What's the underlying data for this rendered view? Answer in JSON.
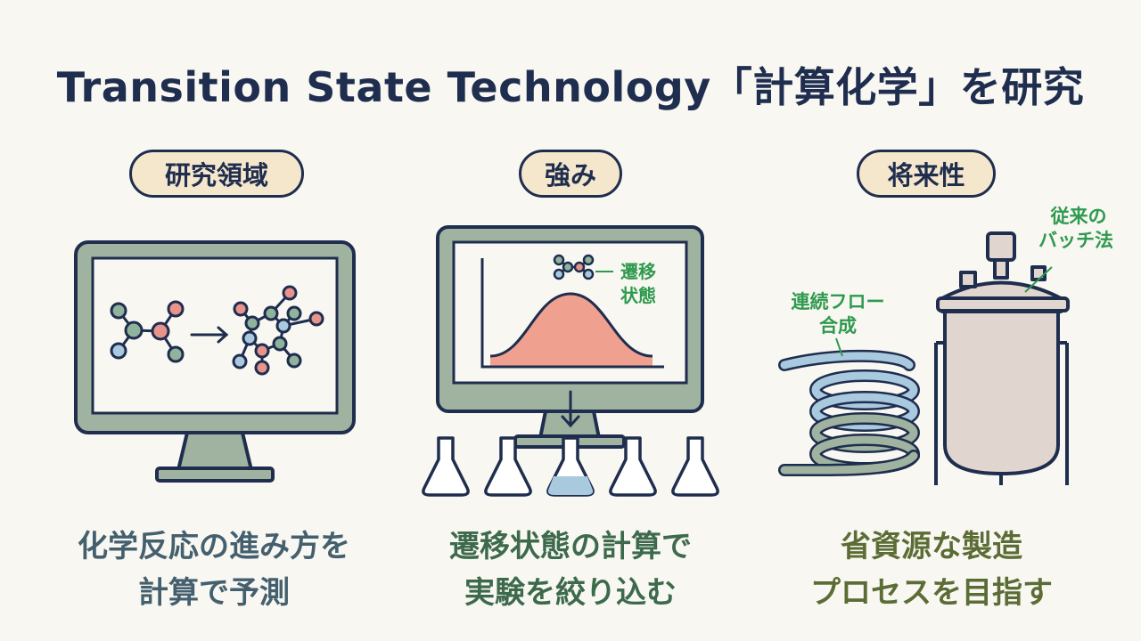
{
  "title": "Transition State Technology「計算化学」を研究",
  "sections": [
    {
      "heading": "研究領域",
      "caption": [
        "化学反応の進み方を",
        "計算で予測"
      ]
    },
    {
      "heading": "強み",
      "caption": [
        "遷移状態の計算で",
        "実験を絞り込む"
      ],
      "peak_label": [
        "遷移",
        "状態"
      ]
    },
    {
      "heading": "将来性",
      "caption": [
        "省資源な製造",
        "プロセスを目指す"
      ],
      "flow_label": [
        "連続フロー",
        "合成"
      ],
      "batch_label": [
        "従来の",
        "バッチ法"
      ]
    }
  ],
  "colors": {
    "navy": "#1f2d4e",
    "pill_fill": "#f5e7cc",
    "monitor_frame": "#9fb3a0",
    "atom_green": "#8fb39b",
    "atom_red": "#e8938c",
    "atom_blue": "#a9c9df",
    "curve_fill": "#f0a08f",
    "label_green": "#2f9a4e"
  }
}
